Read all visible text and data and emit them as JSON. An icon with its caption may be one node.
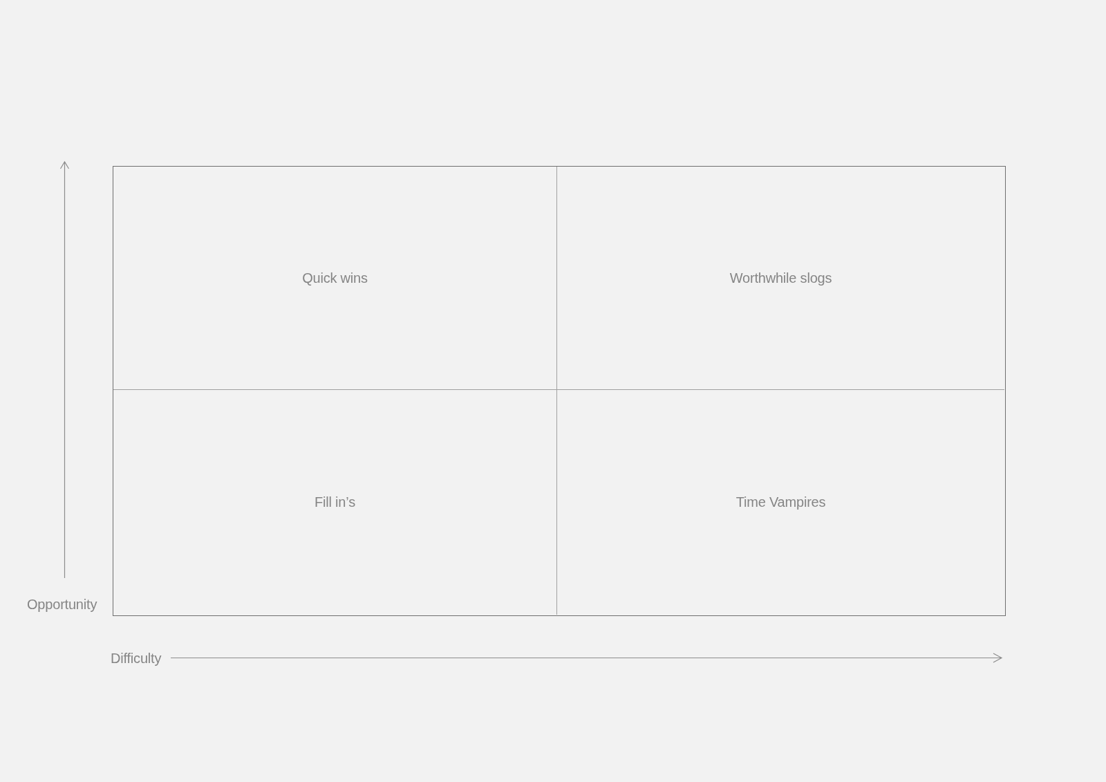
{
  "diagram": {
    "nodes": [
      {
        "text": [
          "Quick wins"
        ]
      },
      {
        "text": [
          "Worthwhile slogs"
        ]
      },
      {
        "text": [
          "Fill in’s"
        ]
      },
      {
        "text": [
          "Time Vampires"
        ]
      }
    ],
    "edges": [],
    "labels": [
      "Opportunity",
      "Difficulty"
    ]
  }
}
